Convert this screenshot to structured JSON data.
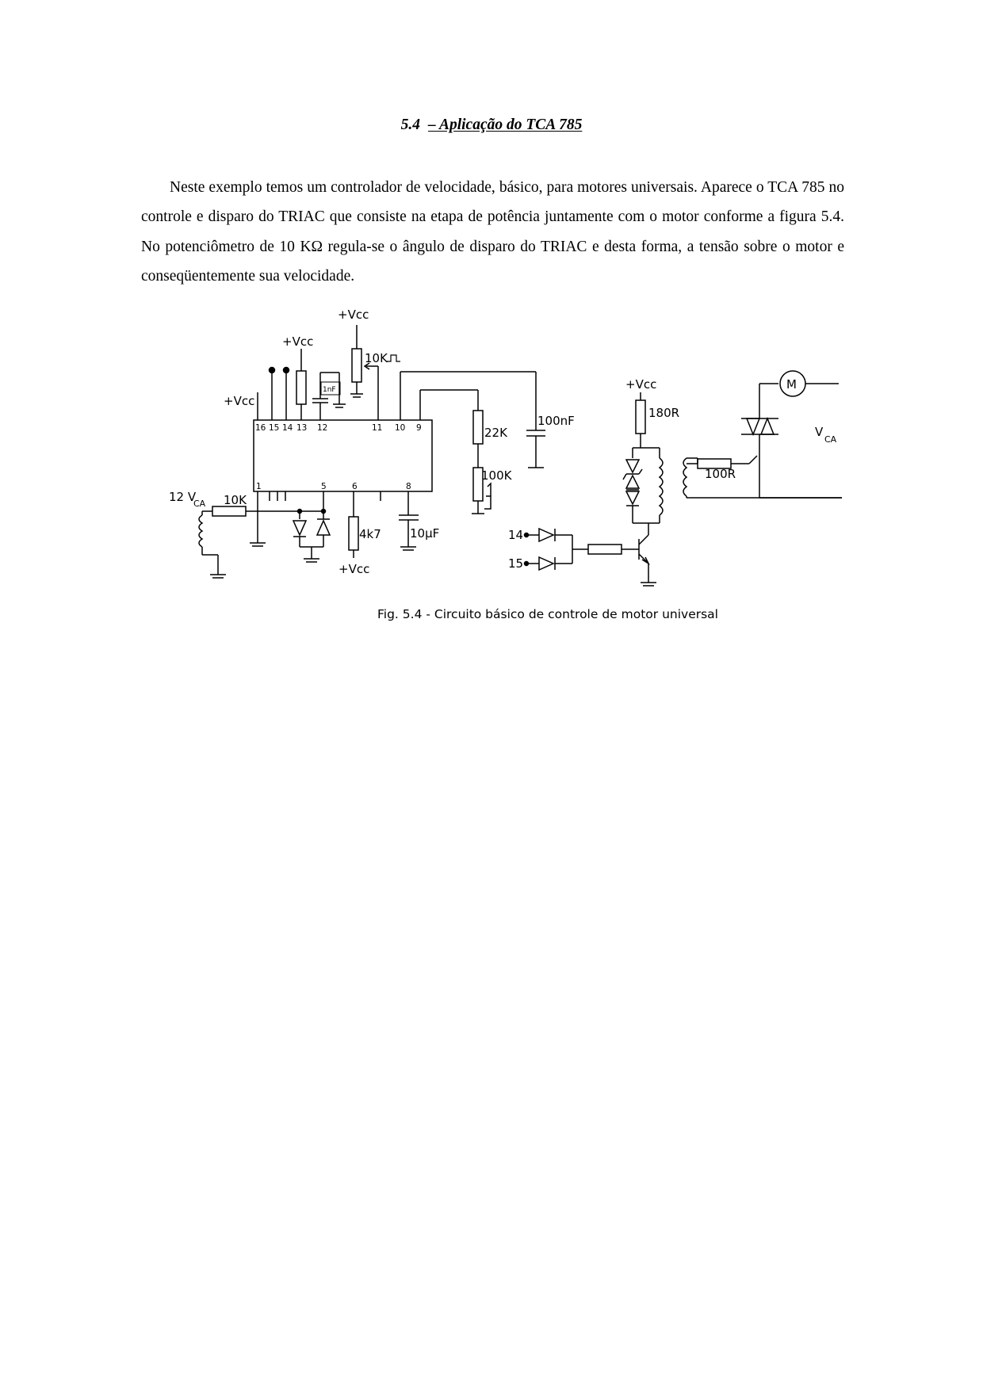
{
  "section": {
    "number": "5.4",
    "title": "– Aplicação do TCA 785"
  },
  "paragraph": "Neste exemplo temos um controlador de velocidade, básico, para motores universais. Aparece o TCA 785 no controle e disparo do TRIAC que consiste na etapa de potência juntamente com o motor conforme a figura 5.4. No potenciômetro de 10 KΩ regula-se o ângulo de disparo do TRIAC e desta forma, a tensão sobre o motor e conseqüentemente sua velocidade.",
  "figure": {
    "caption": "Fig. 5.4 - Circuito básico de controle de motor universal",
    "labels": {
      "vcc": "+Vcc",
      "pot_10k": "10K",
      "cap_1nf": "1nF",
      "cap_100nf": "100nF",
      "r_22k": "22K",
      "pot_100k": "100K",
      "r_180r": "180R",
      "r_100r": "100R",
      "motor": "M",
      "vca_main": "V",
      "vca_sub": "CA",
      "input_prefix": "12 V",
      "input_sub": "CA",
      "r_10k_in": "10K",
      "r_4k7": "4k7",
      "cap_10uf": "10μF",
      "node_14": "14",
      "node_15": "15"
    },
    "pins": {
      "p16": "16",
      "p15": "15",
      "p14": "14",
      "p13": "13",
      "p12": "12",
      "p11": "11",
      "p10": "10",
      "p9": "9",
      "p1": "1",
      "p5": "5",
      "p6": "6",
      "p8": "8"
    }
  }
}
